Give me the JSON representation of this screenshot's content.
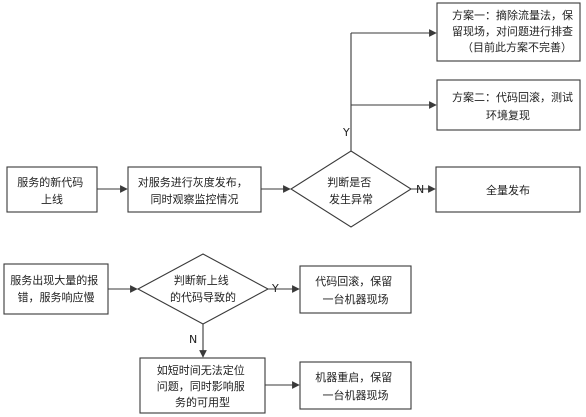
{
  "nodes": {
    "new_code": [
      "服务的新代码",
      "上线"
    ],
    "gray_release": [
      "对服务进行灰度发布，",
      "同时观察监控情况"
    ],
    "judge_anomaly": [
      "判断是否",
      "发生异常"
    ],
    "plan1": [
      "方案一：摘除流量法，保",
      "留现场，对问题进行排查",
      "（目前此方案不完善）"
    ],
    "plan2": [
      "方案二：代码回滚，测试",
      "环境复现"
    ],
    "full_release": [
      "全量发布"
    ],
    "mass_errors": [
      "服务出现大量的报",
      "错，服务响应慢"
    ],
    "judge_new_code": [
      "判断新上线",
      "的代码导致的"
    ],
    "rollback": [
      "代码回滚，保留",
      "一台机器现场"
    ],
    "cannot_locate": [
      "如短时间无法定位",
      "问题，同时影响服",
      "务的可用型"
    ],
    "restart": [
      "机器重启，保留",
      "一台机器现场"
    ]
  },
  "edge_labels": {
    "judge_y": "Y",
    "judge_n": "N",
    "judge2_y": "Y",
    "judge2_n": "N"
  }
}
